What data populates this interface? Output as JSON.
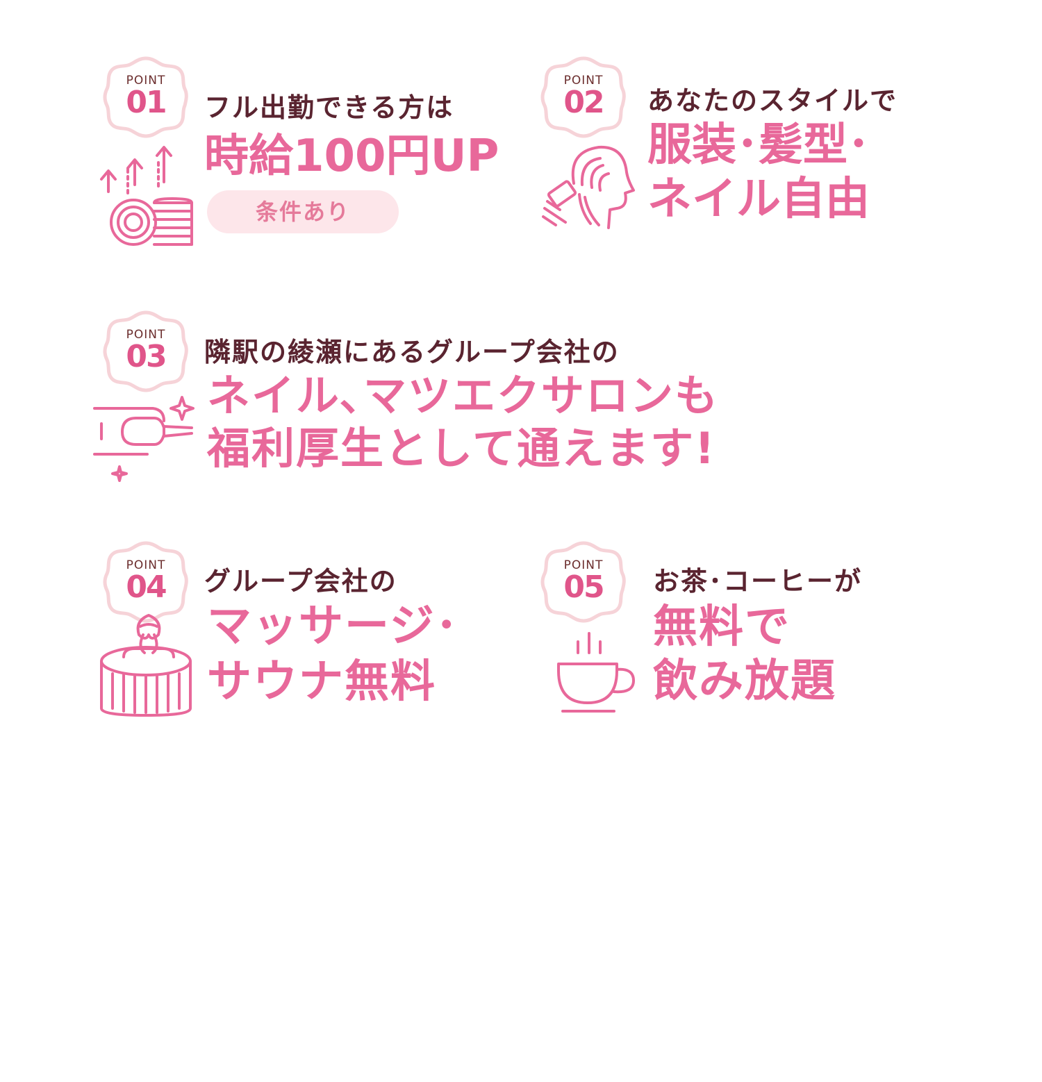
{
  "colors": {
    "accent": "#e8689a",
    "text_dark": "#5a2430",
    "badge_ring": "#f6d3d8",
    "pill_bg": "#fde6ea"
  },
  "points": [
    {
      "label": "POINT",
      "num": "01",
      "subtitle": "フル出勤できる方は",
      "main": [
        "時給100円UP"
      ],
      "pill": "条件あり",
      "icon": "coins-arrows-icon"
    },
    {
      "label": "POINT",
      "num": "02",
      "subtitle": "あなたのスタイルで",
      "main": [
        "服装･髪型･",
        "ネイル自由"
      ],
      "icon": "hair-brush-icon"
    },
    {
      "label": "POINT",
      "num": "03",
      "subtitle": "隣駅の綾瀬にあるグループ会社の",
      "main": [
        "ネイル､マツエクサロンも",
        "福利厚生として通えます!"
      ],
      "icon": "nail-polish-icon"
    },
    {
      "label": "POINT",
      "num": "04",
      "subtitle": "グループ会社の",
      "main": [
        "マッサージ･",
        "サウナ無料"
      ],
      "icon": "sauna-tub-icon"
    },
    {
      "label": "POINT",
      "num": "05",
      "subtitle": "お茶･コーヒーが",
      "main": [
        "無料で",
        "飲み放題"
      ],
      "icon": "coffee-cup-icon"
    }
  ]
}
